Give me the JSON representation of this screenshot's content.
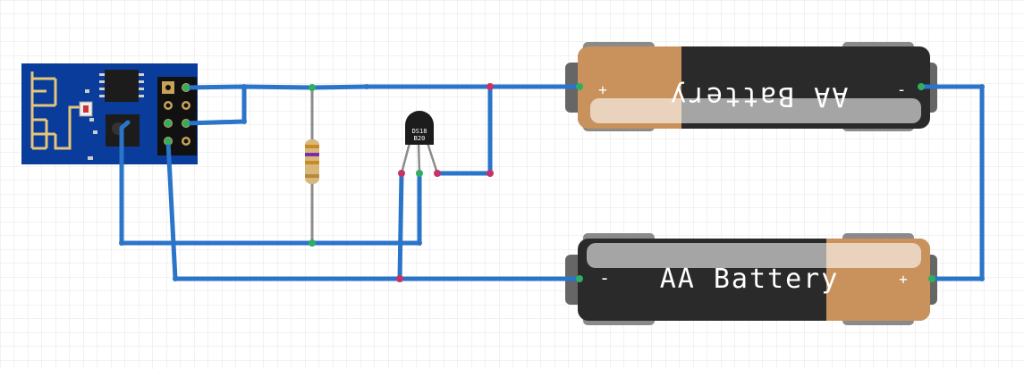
{
  "components": {
    "esp_module": {
      "type": "ESP8266 ESP-01 WiFi module"
    },
    "resistor": {
      "type": "resistor"
    },
    "sensor": {
      "label_line1": "DS18",
      "label_line2": "B20"
    },
    "battery_top": {
      "label": "AA Battery",
      "plus": "+",
      "minus": "-"
    },
    "battery_bottom": {
      "label": "AA Battery",
      "plus": "+",
      "minus": "-"
    }
  },
  "colors": {
    "wire": "#2a74c9",
    "pcb": "#0a3c9c",
    "node_green": "#2fae62",
    "node_pink": "#c8326a",
    "battery_dark": "#2a2a2a",
    "battery_copper": "#c9925c",
    "grid": "#e8e8e8"
  }
}
